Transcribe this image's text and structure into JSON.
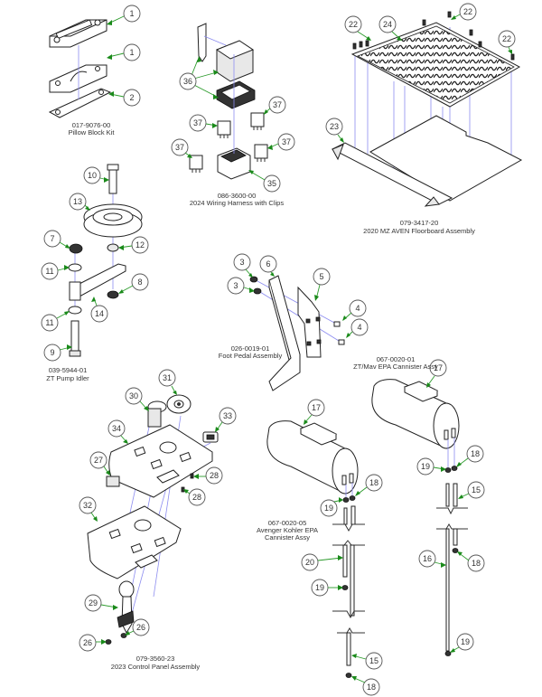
{
  "assemblies": [
    {
      "id": "pillow",
      "part_number": "017-9076-00",
      "title": "Pillow Block Kit",
      "callouts": [
        "1",
        "1",
        "2"
      ]
    },
    {
      "id": "harness",
      "part_number": "086-3600-00",
      "title": "2024 Wiring Harness with Clips",
      "callouts": [
        "36",
        "37",
        "37",
        "37",
        "37",
        "35"
      ]
    },
    {
      "id": "floor",
      "part_number": "079-3417-20",
      "title": "2020 MZ AVEN Floorboard Assembly",
      "callouts": [
        "22",
        "24",
        "22",
        "22",
        "23"
      ]
    },
    {
      "id": "idler",
      "part_number": "039-5944-01",
      "title": "ZT Pump Idler",
      "callouts": [
        "10",
        "13",
        "7",
        "12",
        "11",
        "8",
        "14",
        "11",
        "9"
      ]
    },
    {
      "id": "pedal",
      "part_number": "026-0019-01",
      "title": "Foot Pedal Assembly",
      "callouts": [
        "3",
        "6",
        "3",
        "5",
        "4",
        "4"
      ]
    },
    {
      "id": "ztcan",
      "part_number": "067-0020-01",
      "title": "ZT/Mav EPA Cannister Assy",
      "callouts": [
        "17",
        "18",
        "19",
        "15",
        "18",
        "16",
        "19"
      ]
    },
    {
      "id": "panel",
      "part_number": "079-3560-23",
      "title": "2023 Control Panel Assembly",
      "callouts": [
        "31",
        "30",
        "33",
        "34",
        "27",
        "28",
        "28",
        "32",
        "29",
        "26",
        "26"
      ]
    },
    {
      "id": "avcan",
      "part_number": "067-0020-05",
      "title_lines": [
        "Avenger Kohler EPA",
        "Cannister Assy"
      ],
      "callouts": [
        "17",
        "18",
        "19",
        "20",
        "19",
        "15",
        "18"
      ]
    }
  ],
  "colors": {
    "leader": "#2a9a2a",
    "guide": "#8c8cf0",
    "outline": "#222222"
  }
}
